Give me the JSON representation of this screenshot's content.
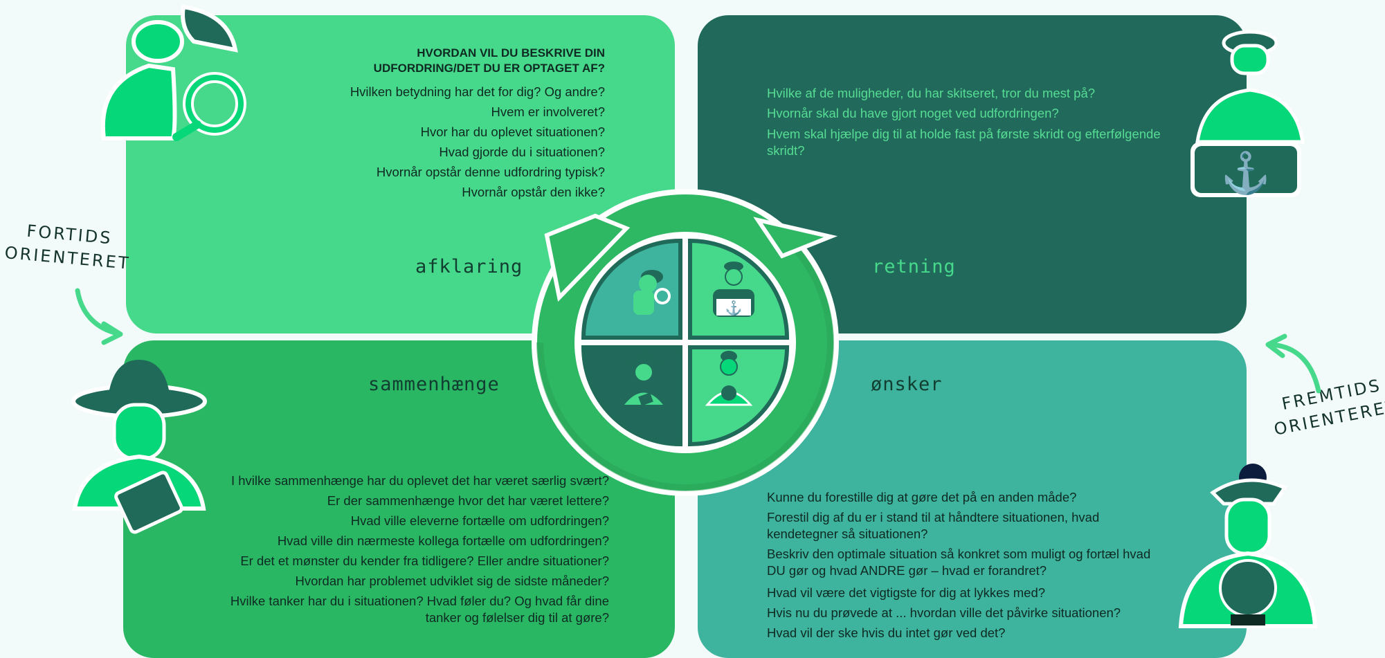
{
  "colors": {
    "light_green": "#47d98b",
    "dark_teal": "#216a5b",
    "mid_green": "#2ab763",
    "teal": "#3eb39e",
    "figure_green": "#06d779",
    "figure_dark": "#1f6a59"
  },
  "afklaring": {
    "label": "afklaring",
    "heading_line1": "HVORDAN VIL DU BESKRIVE DIN",
    "heading_line2": "UDFORDRING/DET DU ER OPTAGET AF?",
    "questions": [
      "Hvilken betydning har det for dig? Og andre?",
      "Hvem er involveret?",
      "Hvor har du oplevet situationen?",
      "Hvad gjorde du i situationen?",
      "Hvornår opstår denne udfordring typisk?",
      "Hvornår opstår den ikke?"
    ],
    "icon": "detective-icon"
  },
  "retning": {
    "label": "retning",
    "questions": [
      "Hvilke af de muligheder, du har skitseret, tror du mest på?",
      "Hvornår skal du have gjort noget ved udfordringen?",
      "Hvem skal hjælpe dig til at holde fast på første skridt og efterfølgende",
      "skridt?"
    ],
    "icon": "captain-icon"
  },
  "sammenhaenge": {
    "label": "sammenhænge",
    "questions": [
      "I hvilke sammenhænge har du oplevet det har været særlig svært?",
      "Er der sammenhænge hvor det har været lettere?",
      "Hvad ville eleverne fortælle om udfordringen?",
      "Hvad ville din nærmeste kollega fortælle om udfordringen?",
      "Er det et mønster du kender fra tidligere? Eller andre situationer?",
      "Hvordan har problemet udviklet sig de sidste måneder?",
      "Hvilke tanker har du i situationen? Hvad føler du? Og hvad får dine",
      "tanker og følelser dig til at gøre?"
    ],
    "icon": "explorer-icon"
  },
  "onsker": {
    "label": "ønsker",
    "questions": [
      "Kunne du forestille dig at gøre det på en anden måde?",
      "Forestil dig af du er i stand til at håndtere situationen, hvad",
      "kendetegner så situationen?",
      "Beskriv den optimale situation så konkret som muligt og fortæl hvad",
      "DU gør og hvad ANDRE gør – hvad er forandret?",
      "Hvad vil være det vigtigste for dig at lykkes med?",
      "Hvis nu du prøvede at ... hvordan ville det påvirke situationen?",
      "Hvad vil der ske hvis du intet gør ved det?"
    ],
    "icon": "fortune-teller-icon"
  },
  "side_labels": {
    "left_line1": "FORTIDS",
    "left_line2": "ORIENTERET",
    "right_line1": "FREMTIDS",
    "right_line2": "ORIENTERET"
  }
}
